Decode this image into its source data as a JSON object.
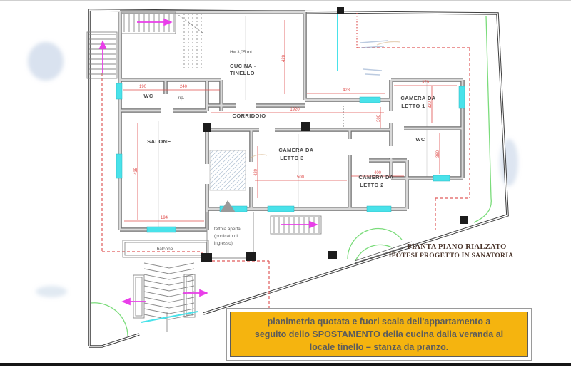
{
  "plan": {
    "rooms": {
      "height_note": "H= 3,05 mt",
      "cucina_line1": "CUCINA -",
      "cucina_line2": "TINELLO",
      "wc_left": "WC",
      "rip": "rip.",
      "corridoio": "CORRIDOIO",
      "salone": "SALONE",
      "camera3_line1": "CAMERA DA",
      "camera3_line2": "LETTO 3",
      "camera2_line1": "CAMERA DA",
      "camera2_line2": "LETTO 2",
      "camera1_line1": "CAMERA DA",
      "camera1_line2": "LETTO 1",
      "wc_right": "WC",
      "balcone": "balcone",
      "tettoia_line1": "tettoia aperta",
      "tettoia_line2": "(porticato di",
      "tettoia_line3": "ingresso)"
    },
    "dimensions": {
      "wc_width": "190",
      "rip_width": "240",
      "corridor_length": "1920",
      "veranda_width": "428",
      "camera1_width": "379",
      "camera2_width": "400",
      "camera3_width": "500",
      "salone_width": "194",
      "cucina_height": "420",
      "salone_height": "435",
      "camera3_height": "420",
      "camera1_height": "320",
      "disimpegno_height": "300",
      "wc_right_height": "360"
    },
    "title_line1": "PIANTA PIANO RIALZATO",
    "title_line2": "IPOTESI PROGETTO IN SANATORIA",
    "colors": {
      "wall_edge": "#6f6f6f",
      "wall_core": "#d8d8d8",
      "window": "#49e2ea",
      "dimension_red": "#e0504e",
      "arrow_magenta": "#e93ee9",
      "gate_green": "#7bdc7b",
      "watermark_blue": "#aabfdb",
      "caption_yellow": "#f5b40f"
    }
  },
  "caption": {
    "line1": "planimetria quotata e fuori scala dell'appartamento a",
    "line2": "seguito dello SPOSTAMENTO della cucina dalla veranda al",
    "line3": "locale tinello – stanza da pranzo.",
    "text_color": "#5b5b5b",
    "bg": "#f5b40f"
  }
}
